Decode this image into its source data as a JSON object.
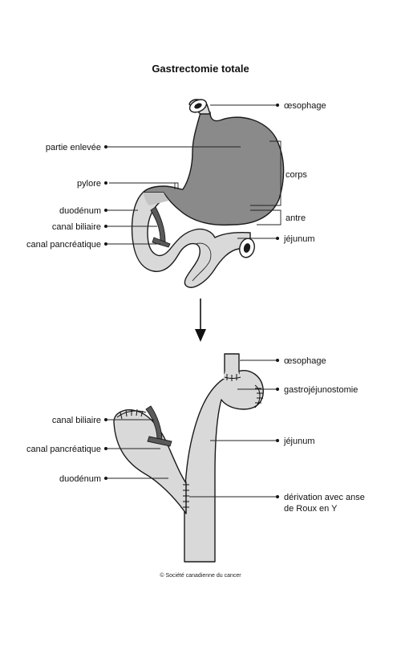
{
  "title": "Gastrectomie totale",
  "colors": {
    "removed": "#8a8a8a",
    "remaining": "#d9d9d9",
    "duct": "#5a5a5a",
    "outline": "#1a1a1a"
  },
  "before": {
    "labels": {
      "oesophagus": "œsophage",
      "removed_part": "partie enlevée",
      "pylorus": "pylore",
      "body": "corps",
      "duodenum": "duodénum",
      "bile_duct": "canal biliaire",
      "antrum": "antre",
      "jejunum": "jéjunum",
      "pancreatic_duct": "canal pancréatique"
    }
  },
  "after": {
    "labels": {
      "oesophagus": "œsophage",
      "gastrojejunostomy": "gastrojéjunostomie",
      "bile_duct": "canal biliaire",
      "jejunum": "jéjunum",
      "pancreatic_duct": "canal pancréatique",
      "duodenum": "duodénum",
      "roux_line1": "dérivation avec anse",
      "roux_line2": "de Roux en Y"
    }
  },
  "copyright": "© Société canadienne du cancer"
}
